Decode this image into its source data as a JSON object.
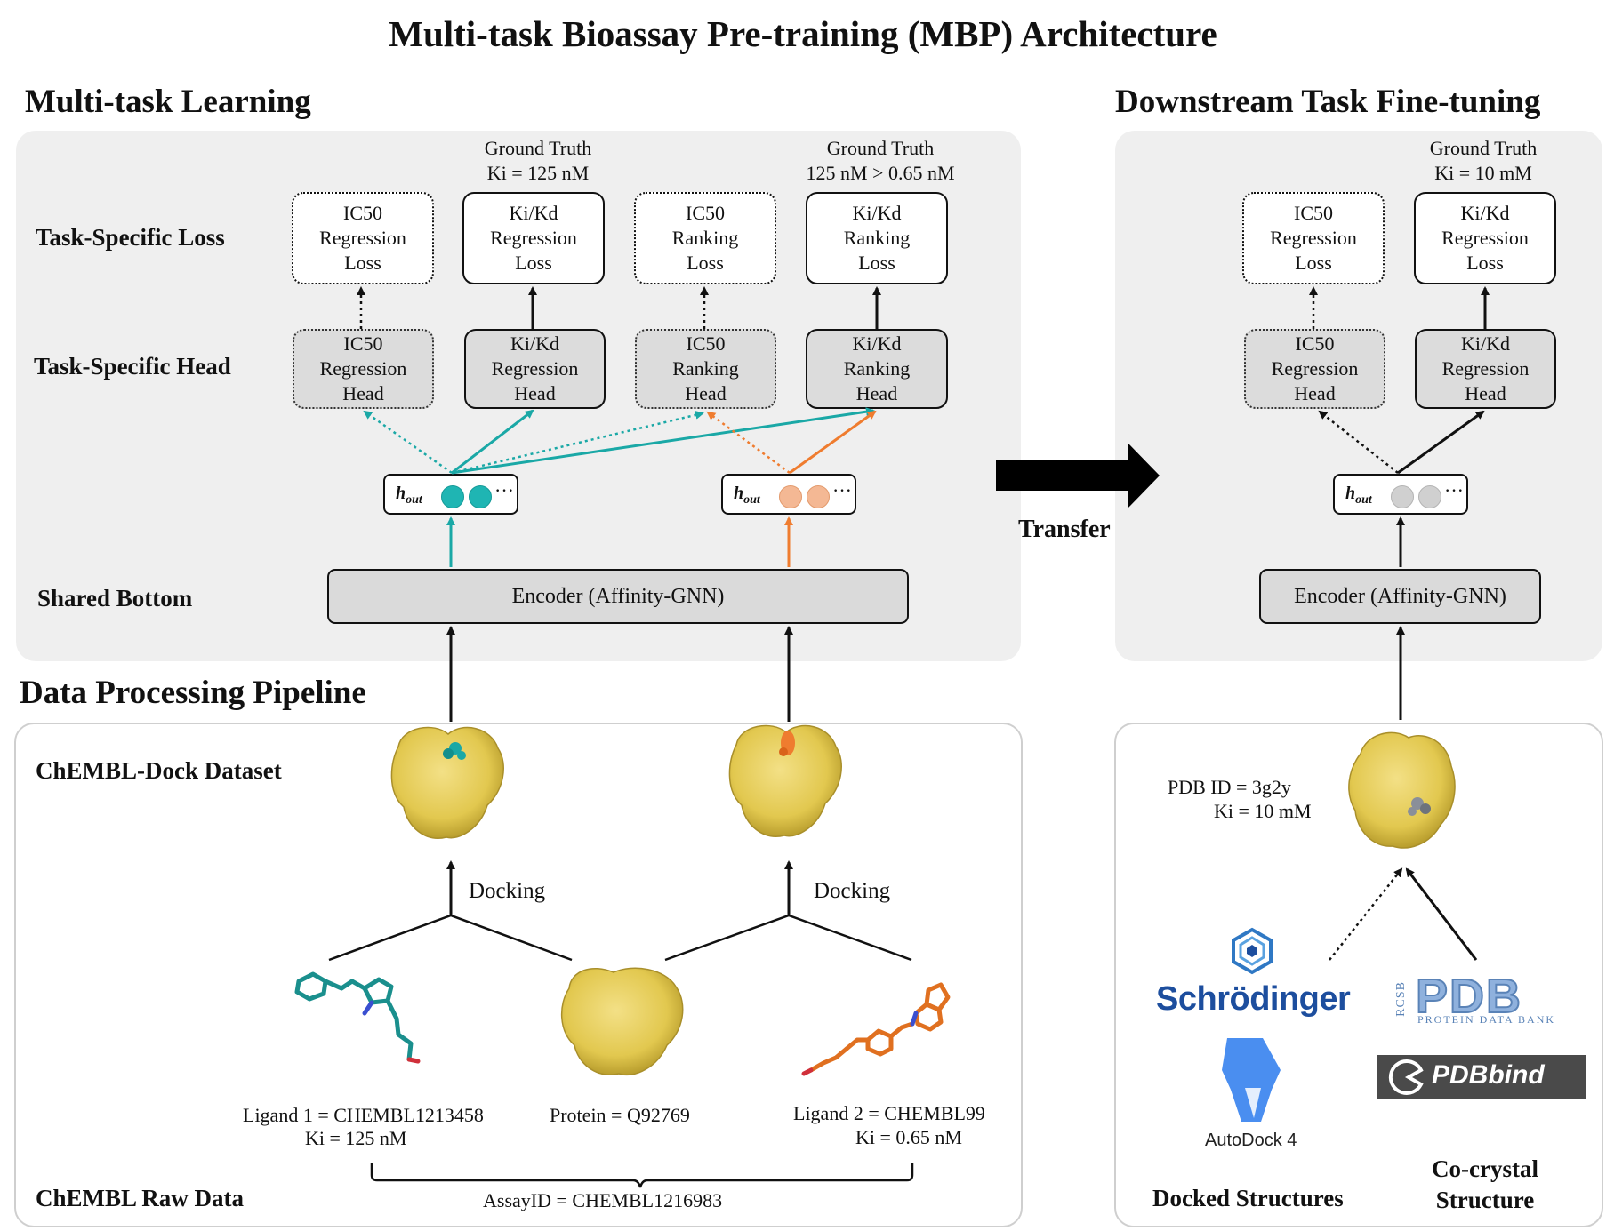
{
  "title": "Multi-task Bioassay Pre-training (MBP) Architecture",
  "sections": {
    "multitask": "Multi-task Learning",
    "downstream": "Downstream Task Fine-tuning",
    "pipeline": "Data Processing Pipeline"
  },
  "row_labels": {
    "loss": "Task-Specific Loss",
    "head": "Task-Specific Head",
    "bottom": "Shared Bottom"
  },
  "ground_truth": {
    "gt1_title": "Ground Truth",
    "gt1_value": "Ki = 125 nM",
    "gt2_title": "Ground Truth",
    "gt2_value": "125 nM > 0.65 nM",
    "gt3_title": "Ground Truth",
    "gt3_value": "Ki = 10 mM"
  },
  "loss_boxes": [
    {
      "l1": "IC50",
      "l2": "Regression",
      "l3": "Loss"
    },
    {
      "l1": "Ki/Kd",
      "l2": "Regression",
      "l3": "Loss"
    },
    {
      "l1": "IC50",
      "l2": "Ranking",
      "l3": "Loss"
    },
    {
      "l1": "Ki/Kd",
      "l2": "Ranking",
      "l3": "Loss"
    }
  ],
  "head_boxes": [
    {
      "l1": "IC50",
      "l2": "Regression",
      "l3": "Head"
    },
    {
      "l1": "Ki/Kd",
      "l2": "Regression",
      "l3": "Head"
    },
    {
      "l1": "IC50",
      "l2": "Ranking",
      "l3": "Head"
    },
    {
      "l1": "Ki/Kd",
      "l2": "Ranking",
      "l3": "Head"
    }
  ],
  "ft_loss_boxes": [
    {
      "l1": "IC50",
      "l2": "Regression",
      "l3": "Loss"
    },
    {
      "l1": "Ki/Kd",
      "l2": "Regression",
      "l3": "Loss"
    }
  ],
  "ft_head_boxes": [
    {
      "l1": "IC50",
      "l2": "Regression",
      "l3": "Head"
    },
    {
      "l1": "Ki/Kd",
      "l2": "Regression",
      "l3": "Head"
    }
  ],
  "hout": {
    "symbol": "h",
    "subscript": "out",
    "ellipsis": "···"
  },
  "encoder": "Encoder (Affinity-GNN)",
  "transfer": "Transfer",
  "pipeline": {
    "dataset_label": "ChEMBL-Dock Dataset",
    "docking": "Docking",
    "ligand1_name": "Ligand 1 = CHEMBL1213458",
    "ligand1_ki": "Ki = 125 nM",
    "protein": "Protein = Q92769",
    "ligand2_name": "Ligand 2 = CHEMBL99",
    "ligand2_ki": "Ki = 0.65 nM",
    "raw_label": "ChEMBL Raw Data",
    "assay": "AssayID = CHEMBL1216983"
  },
  "downstream": {
    "pdb_id": "PDB ID = 3g2y",
    "ki": "Ki = 10 mM",
    "schrodinger": "Schrödinger",
    "autodock": "AutoDock 4",
    "rcsb": "RCSB",
    "pdb": "PDB",
    "pdb_sub": "PROTEIN DATA BANK",
    "pdbbind": "PDBbind",
    "docked_label": "Docked Structures",
    "cocrystal_l1": "Co-crystal",
    "cocrystal_l2": "Structure"
  },
  "colors": {
    "teal": "#1aa8a6",
    "orange": "#ef7c2f",
    "protein": "#e6cd57",
    "panel_grey": "#efefef",
    "box_grey": "#dcdcdc"
  }
}
